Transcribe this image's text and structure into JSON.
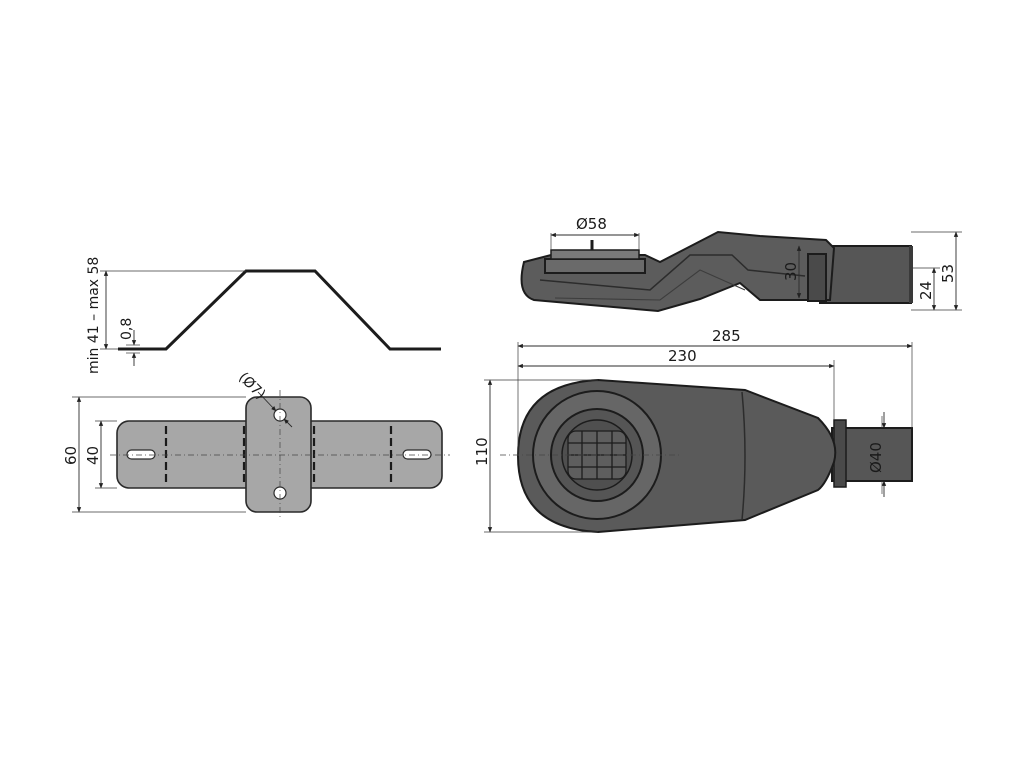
{
  "dimensions": {
    "height_range": "min 41 – max 58",
    "bend_offset": "0,8",
    "hole_diameter": "(Ø7)",
    "plate_width_outer": "60",
    "plate_width_inner": "40",
    "inlet_diameter": "Ø58",
    "inlet_height": "30",
    "outlet_height_total": "53",
    "outlet_height_axis": "24",
    "total_length": "285",
    "body_length": "230",
    "body_width": "110",
    "outlet_diameter": "Ø40"
  },
  "colors": {
    "body_dark": "#565656",
    "body_mid": "#6a6a6a",
    "plate_grey": "#a7a7a7",
    "outline": "#1c1c1c"
  }
}
